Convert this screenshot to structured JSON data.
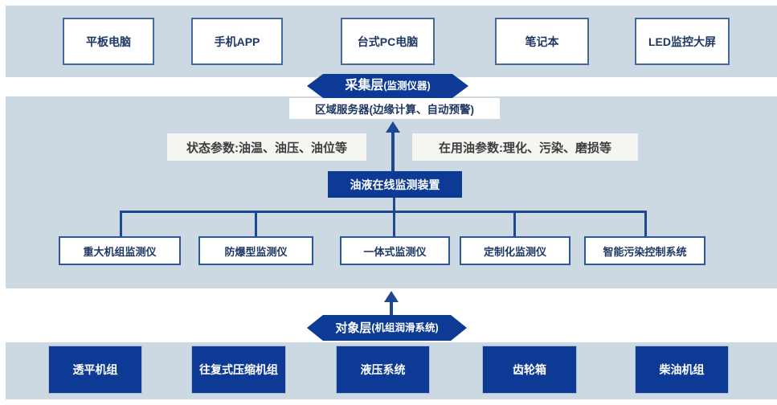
{
  "colors": {
    "band_bg": "#cdd9e2",
    "dark_blue": "#0d3a94",
    "navy_text": "#1f3864",
    "connector": "#1b4793",
    "label_bg": "#f5f5f2"
  },
  "display_layer": {
    "boxes": [
      "平板电脑",
      "手机APP",
      "台式PC电脑",
      "笔记本",
      "LED监控大屏"
    ]
  },
  "collect_layer": {
    "pill_title": "采集层",
    "pill_sub": "(监测仪器)",
    "server_label": "区域服务器(边缘计算、自动预警)",
    "left_param": "状态参数:油温、油压、油位等",
    "right_param": "在用油参数:理化、污染、磨损等",
    "device_label": "油液在线监测装置",
    "monitors": [
      "重大机组监测仪",
      "防爆型监测仪",
      "一体式监测仪",
      "定制化监测仪",
      "智能污染控制系统"
    ]
  },
  "object_layer": {
    "pill_title": "对象层",
    "pill_sub": " (机组润滑系统)",
    "machines": [
      "透平机组",
      "往复式压缩机组",
      "液压系统",
      "齿轮箱",
      "柴油机组"
    ]
  }
}
